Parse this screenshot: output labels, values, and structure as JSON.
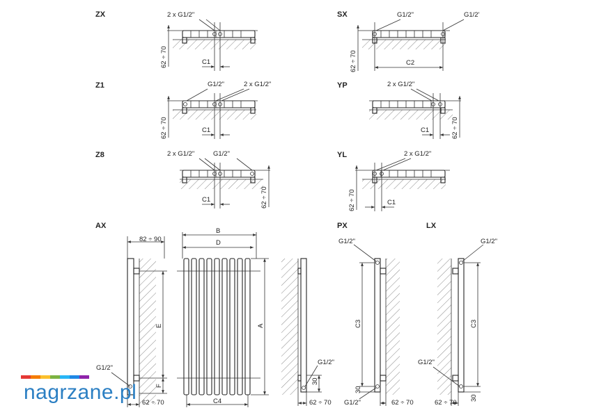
{
  "variants": [
    {
      "code": "ZX",
      "labels": [
        "2 x G1/2\"",
        "C1",
        "62 ÷ 70"
      ]
    },
    {
      "code": "SX",
      "labels": [
        "G1/2\"",
        "G1/2'",
        "C2",
        "62 ÷ 70"
      ]
    },
    {
      "code": "Z1",
      "labels": [
        "G1/2\"",
        "2 x G1/2\"",
        "C1",
        "62 ÷ 70"
      ]
    },
    {
      "code": "YP",
      "labels": [
        "2 x G1/2\"",
        "C1",
        "62 ÷ 70"
      ]
    },
    {
      "code": "Z8",
      "labels": [
        "2 x G1/2\"",
        "G1/2\"",
        "C1",
        "62 ÷ 70"
      ]
    },
    {
      "code": "YL",
      "labels": [
        "2 x G1/2\"",
        "C1",
        "62 ÷ 70"
      ]
    }
  ],
  "bottom_views": {
    "ax": {
      "code": "AX",
      "depth": "82 ÷ 90",
      "e": "E",
      "f": "F",
      "g": "G1/2\"",
      "wall": "62 ÷ 70"
    },
    "front": {
      "b": "B",
      "d": "D",
      "a": "A",
      "c4": "C4"
    },
    "side": {
      "g": "G1/2\"",
      "h": "30",
      "wall": "62 ÷ 70"
    },
    "px": {
      "code": "PX",
      "g_top": "G1/2\"",
      "g_bottom": "G1/2\"",
      "c3": "C3",
      "h": "30",
      "wall": "62 ÷ 70"
    },
    "lx": {
      "code": "LX",
      "g_top": "G1/2\"",
      "g_bottom": "G1/2\"",
      "c3": "C3",
      "h": "30",
      "wall": "62 ÷ 70"
    }
  },
  "logo": {
    "text": "nagrzane.pl",
    "colors": [
      "#e53935",
      "#f57c00",
      "#fbc02d",
      "#7cb342",
      "#29b6f6",
      "#1e88e5",
      "#8e24aa"
    ]
  }
}
